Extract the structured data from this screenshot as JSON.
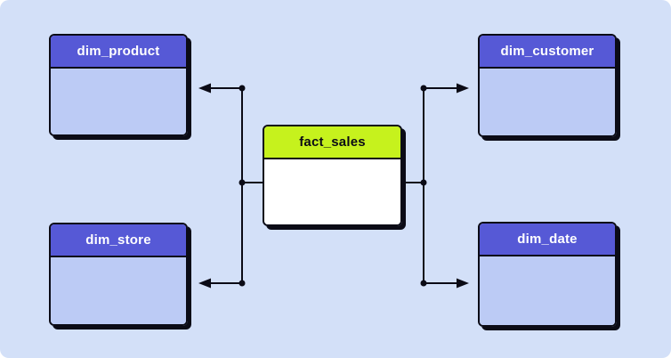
{
  "diagram": {
    "type": "star-schema-er-diagram",
    "fact_table": {
      "label": "fact_sales"
    },
    "dimension_tables": [
      {
        "label": "dim_product",
        "position": "top-left"
      },
      {
        "label": "dim_customer",
        "position": "top-right"
      },
      {
        "label": "dim_store",
        "position": "bottom-left"
      },
      {
        "label": "dim_date",
        "position": "bottom-right"
      }
    ],
    "edges": [
      {
        "from": "fact_sales",
        "to": "dim_product"
      },
      {
        "from": "fact_sales",
        "to": "dim_customer"
      },
      {
        "from": "fact_sales",
        "to": "dim_store"
      },
      {
        "from": "fact_sales",
        "to": "dim_date"
      }
    ],
    "colors": {
      "background": "#D3E0F8",
      "dim_header": "#5659D6",
      "dim_body": "#BCCBF5",
      "fact_header": "#C6F21D",
      "fact_body": "#FFFFFF",
      "line": "#0B0B16"
    }
  }
}
